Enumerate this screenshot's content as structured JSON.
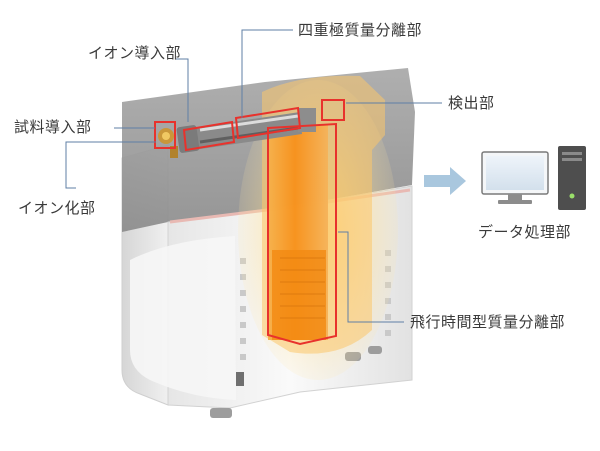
{
  "labels": {
    "ion_guide": "イオン導入部",
    "quadrupole": "四重極質量分離部",
    "sample_inlet": "試料導入部",
    "detector": "検出部",
    "ionization": "イオン化部",
    "data_processing": "データ処理部",
    "tof": "飛行時間型質量分離部"
  },
  "colors": {
    "highlight_red": "#e8322c",
    "glow_orange": "#f7a21b",
    "leader_blue": "#5f7fa6",
    "arrow_blue": "#a9c7de",
    "label_text": "#3a3a3a",
    "instrument_gray": "#9a9a9a",
    "instrument_white": "#f2f2f2"
  },
  "icons": {
    "arrow": "right-arrow-icon",
    "computer": "desktop-computer-icon"
  }
}
